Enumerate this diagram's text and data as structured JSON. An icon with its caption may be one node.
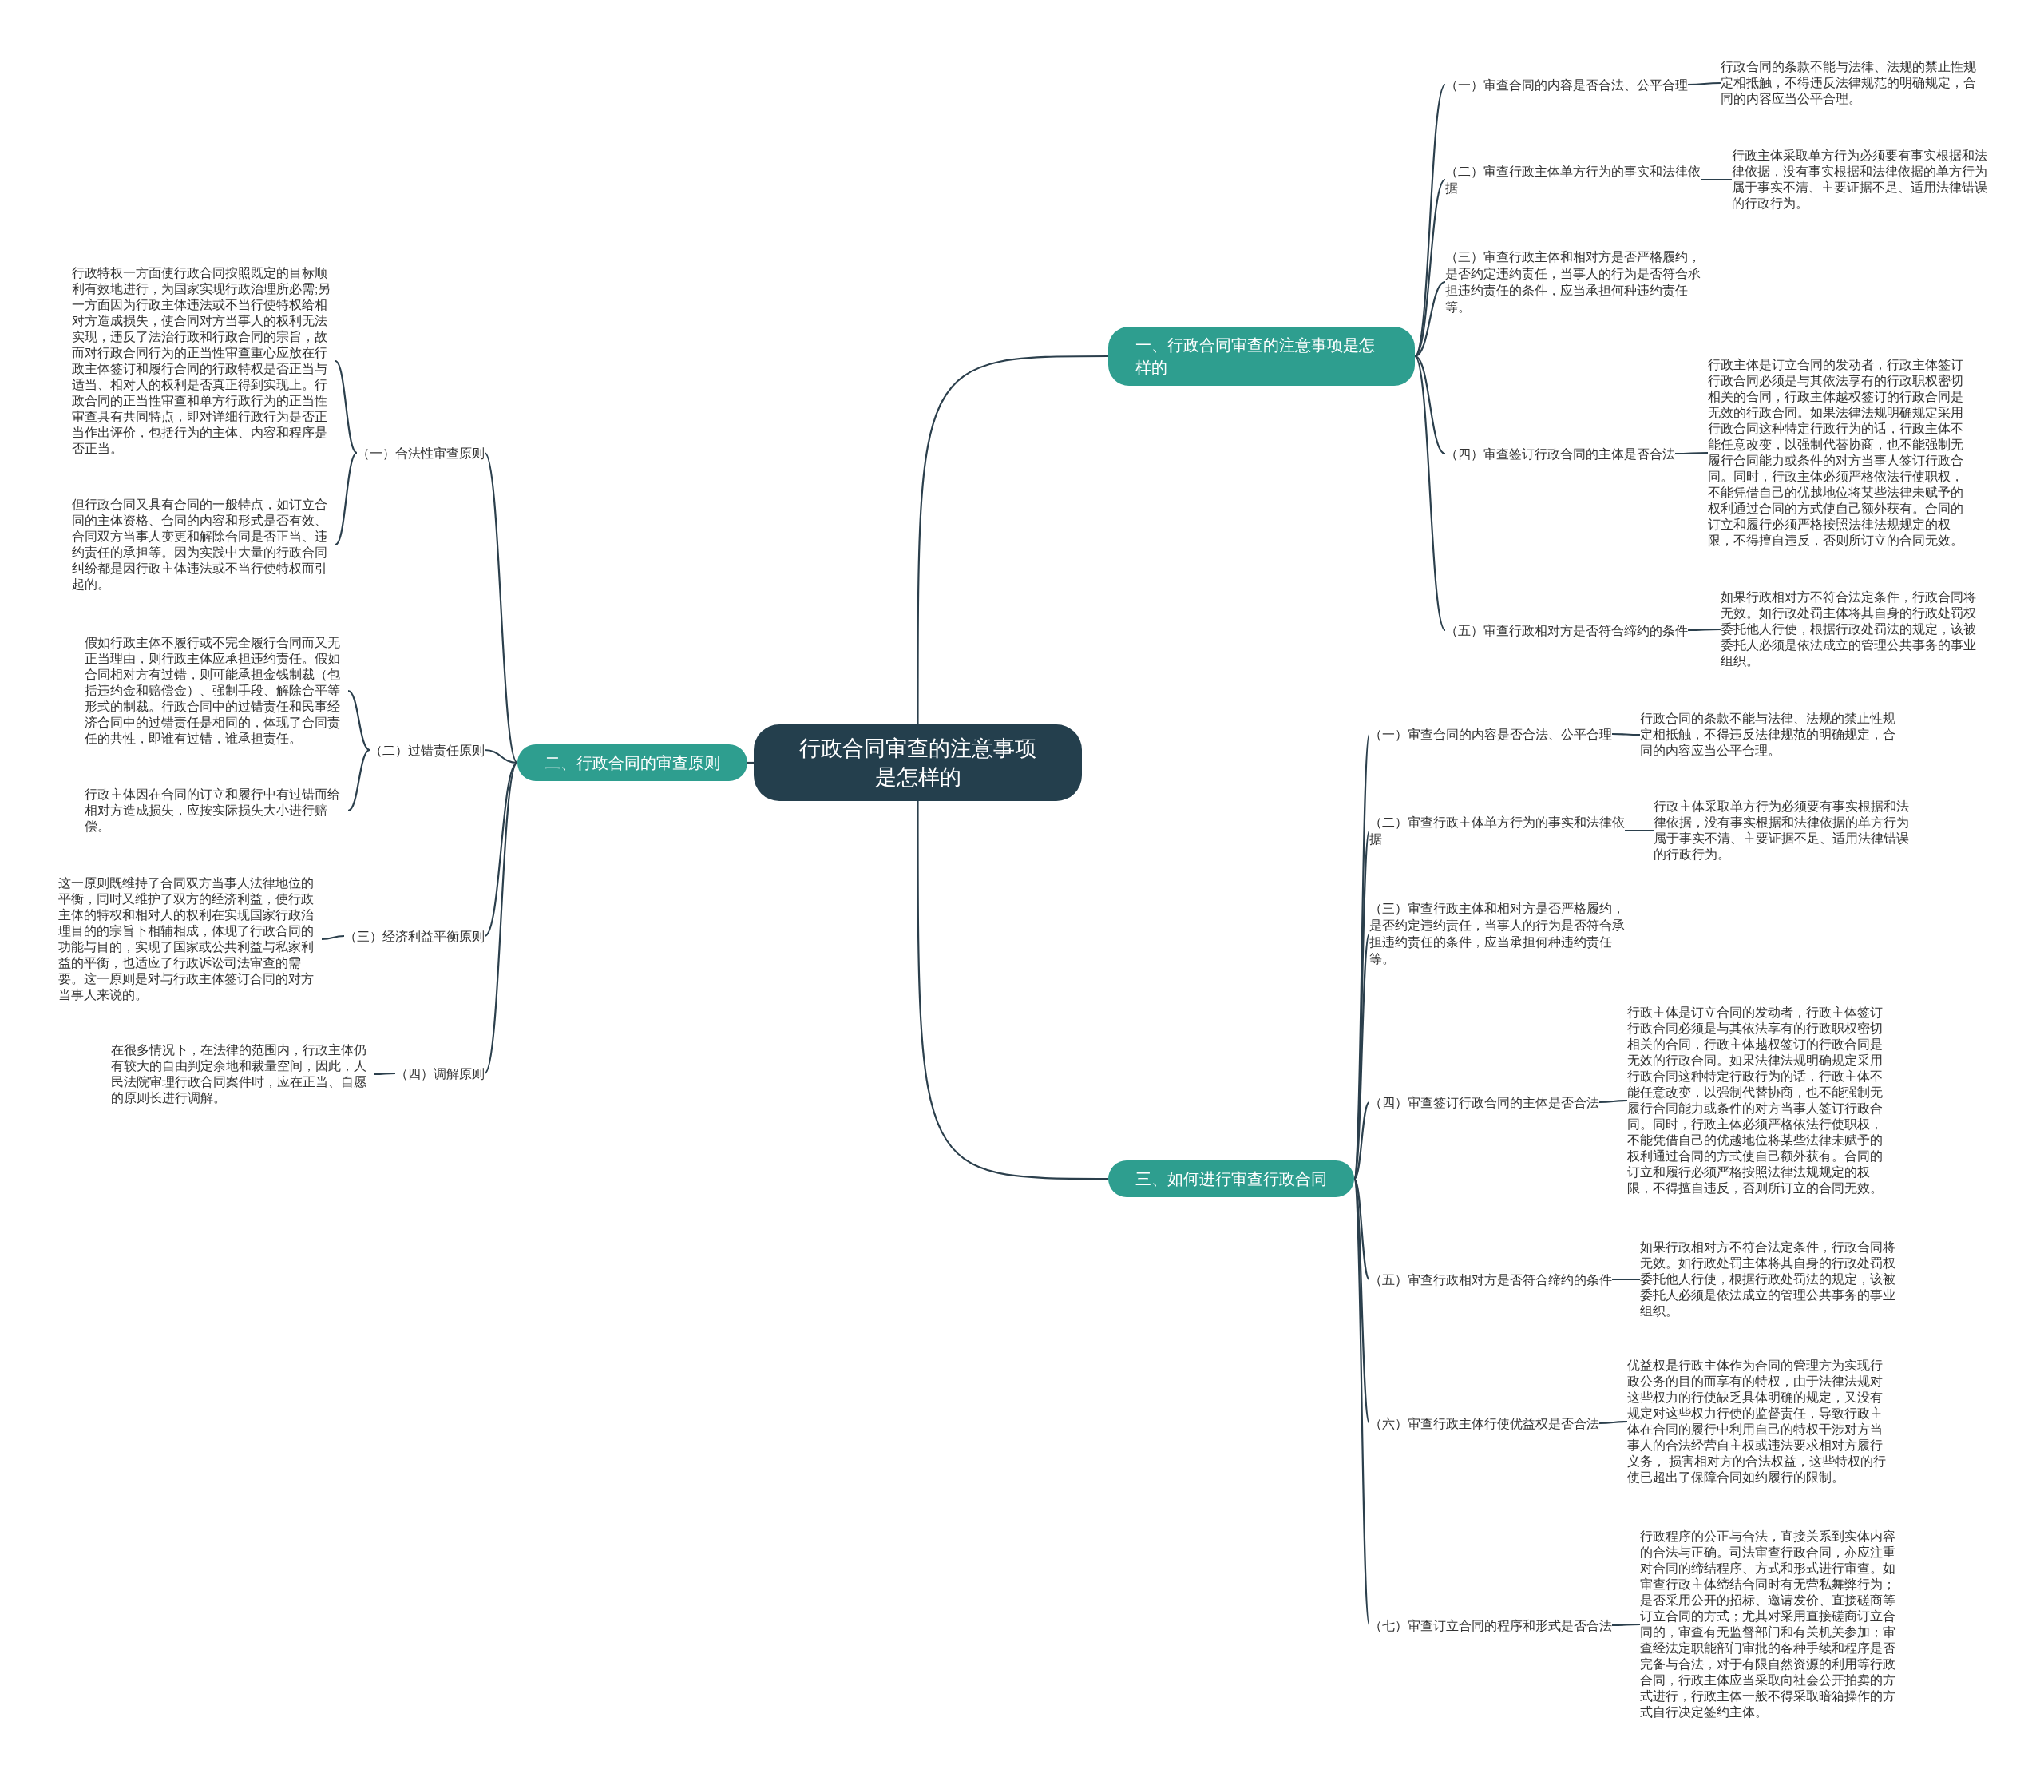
{
  "diagram": {
    "nodes": [
      {
        "text": [
          "行政合同审查的注意事项是怎样的"
        ]
      },
      {
        "text": [
          "一、行政合同审查的注意事项是怎样的"
        ]
      },
      {
        "text": [
          "（一）审查合同的内容是否合法、公平合理"
        ]
      },
      {
        "text": [
          "行政合同的条款不能与法律、法规的禁止性规定相抵触，不得违反法律规范的明确规定，合同的内容应当公平合理。"
        ]
      },
      {
        "text": [
          "（二）审查行政主体单方行为的事实和法律依据"
        ]
      },
      {
        "text": [
          "行政主体采取单方行为必须要有事实根据和法律依据，没有事实根据和法律依据的单方行为属于事实不清、主要证据不足、适用法律错误的行政行为。"
        ]
      },
      {
        "text": [
          "（三）审查行政主体和相对方是否严格履约，是否约定违约责任，当事人的行为是否符合承担违约责任的条件，应当承担何种违约责任等。"
        ]
      },
      {
        "text": [
          "（四）审查签订行政合同的主体是否合法"
        ]
      },
      {
        "text": [
          "行政主体是订立合同的发动者，行政主体签订行政合同必须是与其依法享有的行政职权密切相关的合同，行政主体越权签订的行政合同是无效的行政合同。如果法律法规明确规定采用行政合同这种特定行政行为的话，行政主体不能任意改变，以强制代替协商，也不能强制无履行合同能力或条件的对方当事人签订行政合同。同时，行政主体必须严格依法行使职权，不能凭借自己的优越地位将某些法律未赋予的权利通过合同的方式使自己额外获有。合同的订立和履行必须严格按照法律法规规定的权限，不得擅自违反，否则所订立的合同无效。"
        ]
      },
      {
        "text": [
          "（五）审查行政相对方是否符合缔约的条件"
        ]
      },
      {
        "text": [
          "如果行政相对方不符合法定条件，行政合同将无效。如行政处罚主体将其自身的行政处罚权委托他人行使，根据行政处罚法的规定，该被委托人必须是依法成立的管理公共事务的事业组织。"
        ]
      },
      {
        "text": [
          "二、行政合同的审查原则"
        ]
      },
      {
        "text": [
          "（一）合法性审查原则"
        ]
      },
      {
        "text": [
          "行政特权一方面使行政合同按照既定的目标顺利有效地进行，为国家实现行政治理所必需;另一方面因为行政主体违法或不当行使特权给相对方造成损失，使合同对方当事人的权利无法实现，违反了法治行政和行政合同的宗旨，故而对行政合同行为的正当性审查重心应放在行政主体签订和履行合同的行政特权是否正当与适当、相对人的权利是否真正得到实现上。行政合同的正当性审查和单方行政行为的正当性审查具有共同特点，即对详细行政行为是否正当作出评价，包括行为的主体、内容和程序是否正当。"
        ]
      },
      {
        "text": [
          "但行政合同又具有合同的一般特点，如订立合同的主体资格、合同的内容和形式是否有效、合同双方当事人变更和解除合同是否正当、违约责任的承担等。因为实践中大量的行政合同纠纷都是因行政主体违法或不当行使特权而引起的。"
        ]
      },
      {
        "text": [
          "（二）过错责任原则"
        ]
      },
      {
        "text": [
          "假如行政主体不履行或不完全履行合同而又无正当理由，则行政主体应承担违约责任。假如合同相对方有过错，则可能承担金钱制裁（包括违约金和赔偿金）、强制手段、解除合平等形式的制裁。行政合同中的过错责任和民事经济合同中的过错责任是相同的，体现了合同责任的共性，即谁有过错，谁承担责任。"
        ]
      },
      {
        "text": [
          "行政主体因在合同的订立和履行中有过错而给相对方造成损失，应按实际损失大小进行赔偿。"
        ]
      },
      {
        "text": [
          "（三）经济利益平衡原则"
        ]
      },
      {
        "text": [
          "这一原则既维持了合同双方当事人法律地位的平衡，同时又维护了双方的经济利益，使行政主体的特权和相对人的权利在实现国家行政治理目的的宗旨下相辅相成，体现了行政合同的功能与目的，实现了国家或公共利益与私家利益的平衡，也适应了行政诉讼司法审查的需要。这一原则是对与行政主体签订合同的对方当事人来说的。"
        ]
      },
      {
        "text": [
          "（四）调解原则"
        ]
      },
      {
        "text": [
          "在很多情况下，在法律的范围内，行政主体仍有较大的自由判定余地和裁量空间，因此，人民法院审理行政合同案件时，应在正当、自愿的原则长进行调解。"
        ]
      },
      {
        "text": [
          "三、如何进行审查行政合同"
        ]
      },
      {
        "text": [
          "（一）审查合同的内容是否合法、公平合理"
        ]
      },
      {
        "text": [
          "行政合同的条款不能与法律、法规的禁止性规定相抵触，不得违反法律规范的明确规定，合同的内容应当公平合理。"
        ]
      },
      {
        "text": [
          "（二）审查行政主体单方行为的事实和法律依据"
        ]
      },
      {
        "text": [
          "行政主体采取单方行为必须要有事实根据和法律依据，没有事实根据和法律依据的单方行为属于事实不清、主要证据不足、适用法律错误的行政行为。"
        ]
      },
      {
        "text": [
          "（三）审查行政主体和相对方是否严格履约，是否约定违约责任，当事人的行为是否符合承担违约责任的条件，应当承担何种违约责任等。"
        ]
      },
      {
        "text": [
          "（四）审查签订行政合同的主体是否合法"
        ]
      },
      {
        "text": [
          "行政主体是订立合同的发动者，行政主体签订行政合同必须是与其依法享有的行政职权密切相关的合同，行政主体越权签订的行政合同是无效的行政合同。如果法律法规明确规定采用行政合同这种特定行政行为的话，行政主体不能任意改变，以强制代替协商，也不能强制无履行合同能力或条件的对方当事人签订行政合同。同时，行政主体必须严格依法行使职权，不能凭借自己的优越地位将某些法律未赋予的权利通过合同的方式使自己额外获有。合同的订立和履行必须严格按照法律法规规定的权限，不得擅自违反，否则所订立的合同无效。"
        ]
      },
      {
        "text": [
          "（五）审查行政相对方是否符合缔约的条件"
        ]
      },
      {
        "text": [
          "如果行政相对方不符合法定条件，行政合同将无效。如行政处罚主体将其自身的行政处罚权委托他人行使，根据行政处罚法的规定，该被委托人必须是依法成立的管理公共事务的事业组织。"
        ]
      },
      {
        "text": [
          "（六）审查行政主体行使优益权是否合法"
        ]
      },
      {
        "text": [
          "优益权是行政主体作为合同的管理方为实现行政公务的目的而享有的特权，由于法律法规对这些权力的行使缺乏具体明确的规定，又没有规定对这些权力行使的监督责任，导致行政主体在合同的履行中利用自己的特权干涉对方当事人的合法经营自主权或违法要求相对方履行义务， 损害相对方的合法权益，这些特权的行使已超出了保障合同如约履行的限制。"
        ]
      },
      {
        "text": [
          "（七）审查订立合同的程序和形式是否合法"
        ]
      },
      {
        "text": [
          "行政程序的公正与合法，直接关系到实体内容的合法与正确。司法审查行政合同，亦应注重对合同的缔结程序、方式和形式进行审查。如审查行政主体缔结合同时有无营私舞弊行为；是否采用公开的招标、邀请发价、直接磋商等订立合同的方式；尤其对采用直接磋商订立合同的，审查有无监督部门和有关机关参加；审查经法定职能部门审批的各种手续和程序是否完备与合法，对于有限自然资源的利用等行政合同，行政主体应当采取向社会公开拍卖的方式进行，行政主体一般不得采取暗箱操作的方式自行决定签约主体。"
        ]
      }
    ],
    "edges": [
      {
        "from": 0,
        "to": 1,
        "arrow": "none"
      },
      {
        "from": 0,
        "to": 11,
        "arrow": "none"
      },
      {
        "from": 0,
        "to": 22,
        "arrow": "none"
      },
      {
        "from": 1,
        "to": 2,
        "arrow": "none"
      },
      {
        "from": 1,
        "to": 4,
        "arrow": "none"
      },
      {
        "from": 1,
        "to": 6,
        "arrow": "none"
      },
      {
        "from": 1,
        "to": 7,
        "arrow": "none"
      },
      {
        "from": 1,
        "to": 9,
        "arrow": "none"
      },
      {
        "from": 2,
        "to": 3,
        "arrow": "none"
      },
      {
        "from": 4,
        "to": 5,
        "arrow": "none"
      },
      {
        "from": 7,
        "to": 8,
        "arrow": "none"
      },
      {
        "from": 9,
        "to": 10,
        "arrow": "none"
      },
      {
        "from": 11,
        "to": 12,
        "arrow": "none"
      },
      {
        "from": 11,
        "to": 15,
        "arrow": "none"
      },
      {
        "from": 11,
        "to": 18,
        "arrow": "none"
      },
      {
        "from": 11,
        "to": 20,
        "arrow": "none"
      },
      {
        "from": 12,
        "to": 13,
        "arrow": "none"
      },
      {
        "from": 12,
        "to": 14,
        "arrow": "none"
      },
      {
        "from": 15,
        "to": 16,
        "arrow": "none"
      },
      {
        "from": 15,
        "to": 17,
        "arrow": "none"
      },
      {
        "from": 18,
        "to": 19,
        "arrow": "none"
      },
      {
        "from": 20,
        "to": 21,
        "arrow": "none"
      },
      {
        "from": 22,
        "to": 23,
        "arrow": "none"
      },
      {
        "from": 22,
        "to": 25,
        "arrow": "none"
      },
      {
        "from": 22,
        "to": 27,
        "arrow": "none"
      },
      {
        "from": 22,
        "to": 28,
        "arrow": "none"
      },
      {
        "from": 22,
        "to": 30,
        "arrow": "none"
      },
      {
        "from": 22,
        "to": 32,
        "arrow": "none"
      },
      {
        "from": 22,
        "to": 34,
        "arrow": "none"
      },
      {
        "from": 23,
        "to": 24,
        "arrow": "none"
      },
      {
        "from": 25,
        "to": 26,
        "arrow": "none"
      },
      {
        "from": 28,
        "to": 29,
        "arrow": "none"
      },
      {
        "from": 30,
        "to": 31,
        "arrow": "none"
      },
      {
        "from": 32,
        "to": 33,
        "arrow": "none"
      },
      {
        "from": 34,
        "to": 35,
        "arrow": "none"
      }
    ]
  }
}
